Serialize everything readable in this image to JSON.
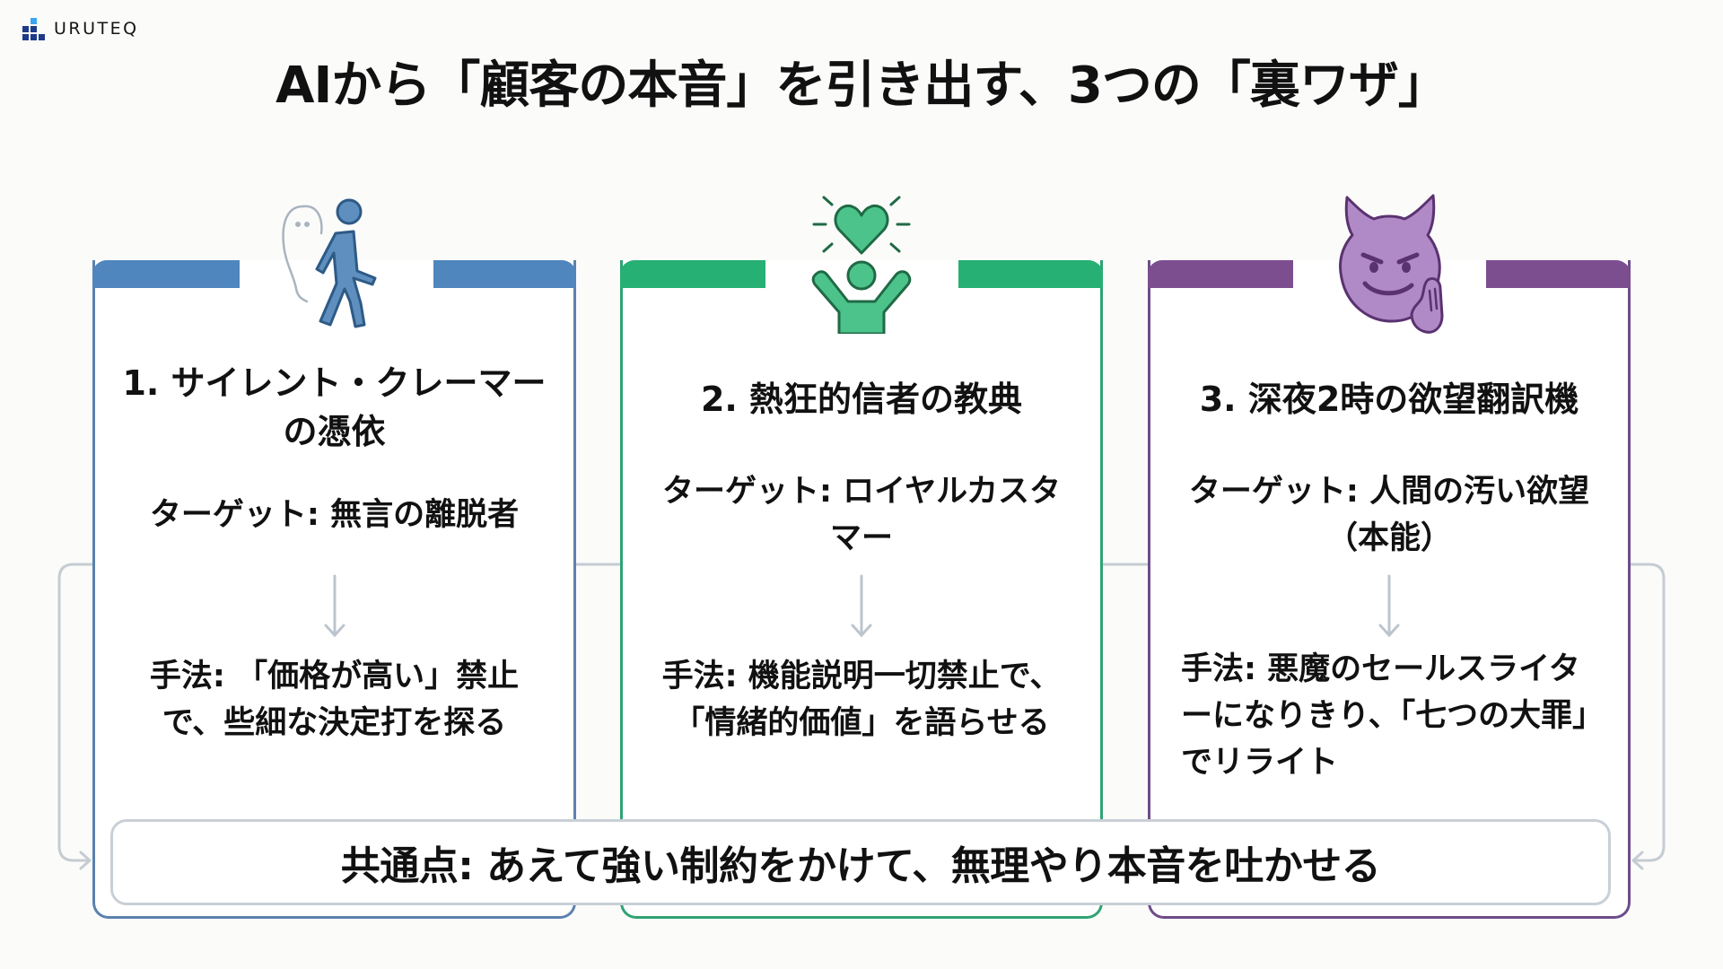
{
  "brand": {
    "name": "URUTEQ"
  },
  "title": "AIから「顧客の本音」を引き出す、3つの「裏ワザ」",
  "colors": {
    "card1": "#4f86be",
    "card2": "#27b073",
    "card3": "#7c4e90",
    "connector": "#c5ccd3",
    "logo_dark": "#1e3a8a",
    "logo_light": "#3aa6f2"
  },
  "cards": [
    {
      "icon": "ghost-walker-icon",
      "title": "1. サイレント・クレーマーの憑依",
      "target": "ターゲット: 無言の離脱者",
      "method": "手法: 「価格が高い」禁止で、些細な決定打を探る"
    },
    {
      "icon": "heart-fan-icon",
      "title": "2. 熱狂的信者の教典",
      "target": "ターゲット: ロイヤルカスタマー",
      "method": "手法: 機能説明一切禁止で、「情緒的価値」を語らせる"
    },
    {
      "icon": "smiling-devil-icon",
      "title": "3. 深夜2時の欲望翻訳機",
      "target": "ターゲット: 人間の汚い欲望（本能）",
      "method": "手法: 悪魔のセールスライターになりきり、「七つの大罪」でリライト"
    }
  ],
  "summary": "共通点: あえて強い制約をかけて、無理やり本音を吐かせる"
}
